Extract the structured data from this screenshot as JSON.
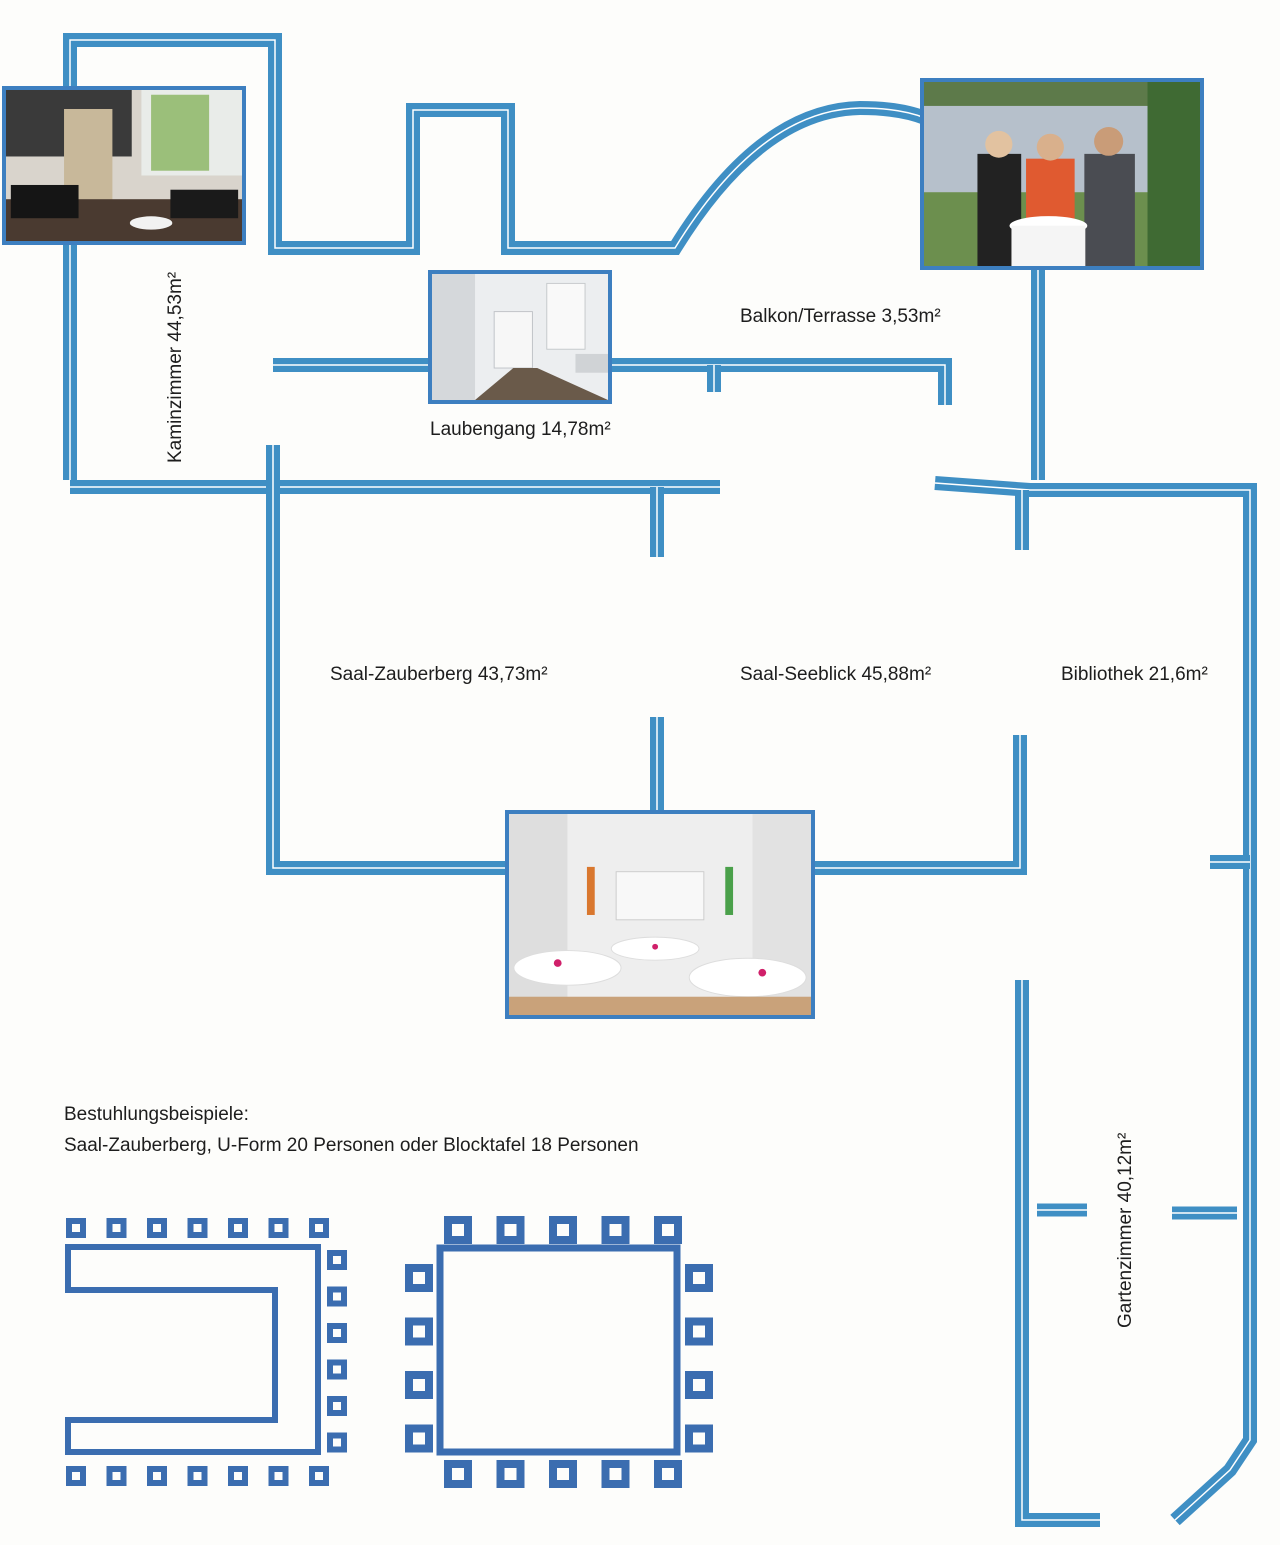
{
  "labels": {
    "kaminzimmer": "Kaminzimmer 44,53m²",
    "laubengang": "Laubengang 14,78m²",
    "balkon": "Balkon/Terrasse 3,53m²",
    "zauberberg": "Saal-Zauberberg 43,73m²",
    "seeblick": "Saal-Seeblick 45,88m²",
    "bibliothek": "Bibliothek 21,6m²",
    "gartenzimmer": "Gartenzimmer 40,12m²"
  },
  "seating": {
    "heading": "Bestuhlungsbeispiele:",
    "description": "Saal-Zauberberg, U-Form 20 Personen oder Blocktafel 18 Personen"
  },
  "colors": {
    "wall": "#3f8fc4",
    "wall_line": "#ffffff",
    "photo_border": "#3d7fc0",
    "table": "#3b6db0",
    "chair": "#3b6db0"
  },
  "photos": [
    {
      "name": "kaminzimmer-photo"
    },
    {
      "name": "laubengang-photo"
    },
    {
      "name": "terrace-people-photo"
    },
    {
      "name": "saal-photo"
    }
  ]
}
